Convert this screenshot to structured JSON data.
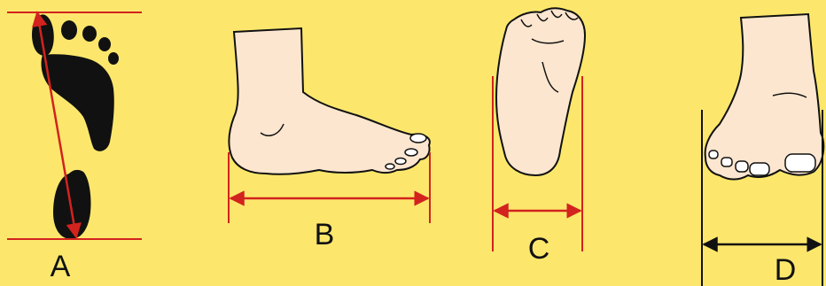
{
  "colors": {
    "background": "#FCE76C",
    "measure_red": "#D2231E",
    "skin": "#FCE6CF",
    "outline": "#111111",
    "footprint": "#111111",
    "nail": "#FFFFFF"
  },
  "panels": [
    {
      "id": "A",
      "label": "A",
      "subject": "footprint",
      "measurement": "diagonal-length",
      "line_color": "red"
    },
    {
      "id": "B",
      "label": "B",
      "subject": "side-view-foot",
      "measurement": "horizontal-length",
      "line_color": "red"
    },
    {
      "id": "C",
      "label": "C",
      "subject": "sole-view-foot",
      "measurement": "width",
      "line_color": "red"
    },
    {
      "id": "D",
      "label": "D",
      "subject": "front-view-foot",
      "measurement": "width",
      "line_color": "black"
    }
  ]
}
